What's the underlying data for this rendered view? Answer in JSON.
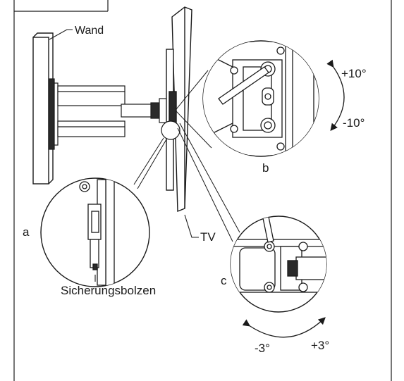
{
  "labels": {
    "wand": "Wand",
    "tv": "TV",
    "sicherungsbolzen": "Sicherungsbolzen",
    "a": "a",
    "b": "b",
    "c": "c",
    "tilt_up": "+10°",
    "tilt_down": "-10°",
    "level_minus": "-3°",
    "level_plus": "+3°"
  },
  "colors": {
    "line": "#1a1a1a",
    "fill_dark": "#2a2a2a",
    "fill_light": "#ffffff"
  }
}
